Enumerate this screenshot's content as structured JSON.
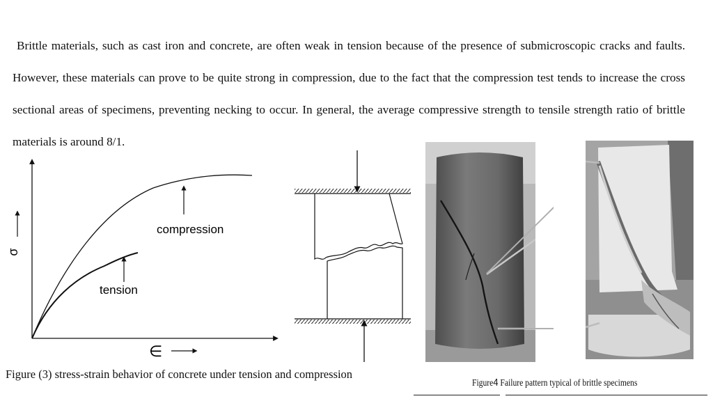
{
  "paragraph": "Brittle materials, such as cast iron and concrete, are often weak in tension because of the presence of submicroscopic cracks and faults. However, these materials can prove to be quite strong in compression, due to the fact that the compression test tends to increase the cross sectional areas of specimens, preventing necking to occur. In general, the average compressive strength to tensile strength ratio of brittle materials is around 8/1.",
  "chart_data": {
    "type": "line",
    "title": "",
    "xlabel": "∈",
    "ylabel": "σ",
    "series": [
      {
        "name": "compression"
      },
      {
        "name": "tension"
      }
    ]
  },
  "figure_left_caption": "Figure (3) stress-strain behavior of concrete under tension and compression",
  "figure_right_caption": {
    "prefix": "Figure",
    "number": "4",
    "text": "Failure pattern typical of brittle specimens"
  }
}
